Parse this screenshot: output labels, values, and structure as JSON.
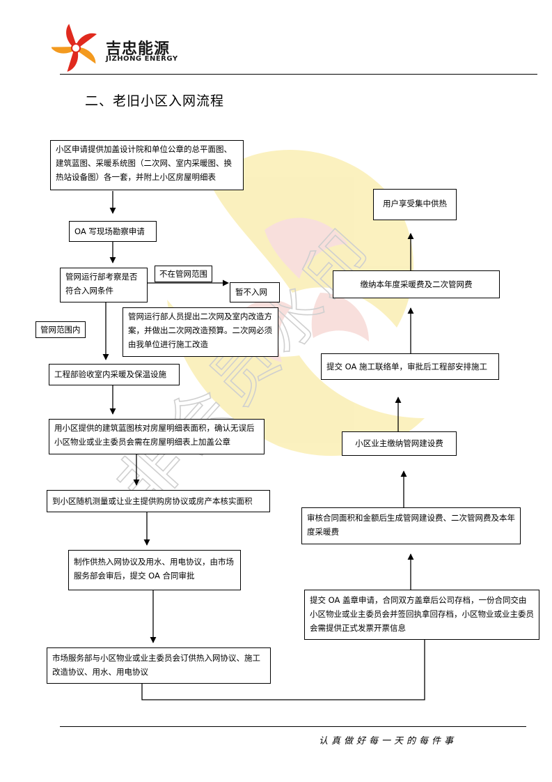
{
  "header": {
    "company_name": "吉忠能源",
    "company_name_en": "JIZHONG ENERGY"
  },
  "section_title": "二、老旧小区入网流程",
  "watermark_text": "非会员水印",
  "colors": {
    "logo_red": "#e02a1e",
    "logo_orange": "#f39a1f",
    "watermark_yellow": "#f7e58a",
    "watermark_red": "#f3c6c0",
    "watermark_text": "#cfcfcf"
  },
  "flow": {
    "step1": "小区申请提供加盖设计院和单位公章的总平面图、建筑蓝图、采暖系统图（二次网、室内采暖图、换热站设备图）各一套，并附上小区房屋明细表",
    "step2": "OA 写现场勘察申请",
    "step3": "管网运行部考察是否符合入网条件",
    "label_out_of_range": "不在管网范围",
    "step_reject": "暂不入网",
    "label_in_range": "管网范围内",
    "step_note": "管网运行部人员提出二次网及室内改造方案，并做出二次网改造预算。二次网必须由我单位进行施工改造",
    "step4": "工程部验收室内采暖及保温设施",
    "step5": "用小区提供的建筑蓝图核对房屋明细表面积，确认无误后小区物业或业主委员会需在房屋明细表上加盖公章",
    "step6": "到小区随机测量或让业主提供购房协议或房产本核实面积",
    "step7": "制作供热入网协议及用水、用电协议，由市场服务部会审后，提交 OA 合同审批",
    "step8": "市场服务部与小区物业或业主委员会订供热入网协议、施工改造协议、用水、用电协议",
    "step9": "提交 OA 盖章申请，合同双方盖章后公司存档，一份合同交由小区物业或业主委员会并签回执拿回存档，小区物业或业主委员会需提供正式发票开票信息",
    "step10": "审核合同面积和金额后生成管网建设费、二次管网费及本年度采暖费",
    "step11": "小区业主缴纳管网建设费",
    "step12": "提交 OA 施工联络单，审批后工程部安排施工",
    "step13": "缴纳本年度采暖费及二次管网费",
    "step14": "用户享受集中供热"
  },
  "footer": {
    "motto": "认真做好每一天的每件事"
  }
}
